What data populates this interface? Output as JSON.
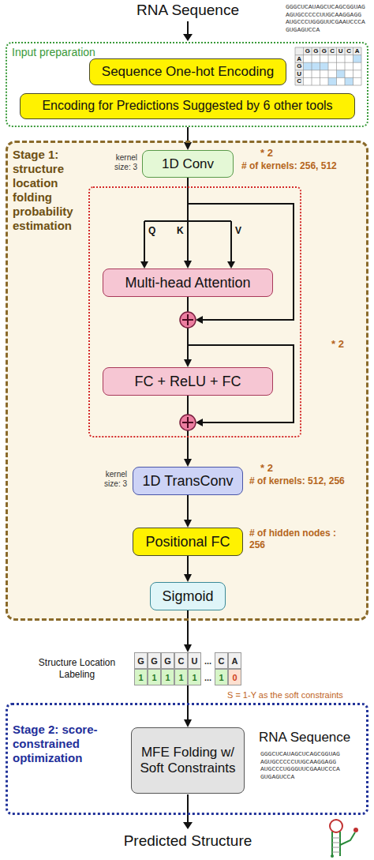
{
  "diagram": {
    "nodes": [
      {
        "text": [
          "Input preparation"
        ]
      },
      {
        "text": [
          "Sequence One-hot Encoding"
        ],
        "in": 0
      },
      {
        "text": [
          "Encoding for Predictions Suggested by 6 other tools"
        ],
        "in": 0
      },
      {
        "text": [
          "Stage 1: structure location folding probability estimation"
        ]
      },
      {
        "text": [
          "1D Conv"
        ],
        "in": 3
      },
      {
        "text": [
          "* 2"
        ],
        "in": 3
      },
      {
        "text": [
          "Multi-head Attention"
        ],
        "in": 5
      },
      {
        "text": [
          "FC + ReLU + FC"
        ],
        "in": 5
      },
      {
        "text": [
          "1D TransConv"
        ],
        "in": 3
      },
      {
        "text": [
          "Positional FC"
        ],
        "in": 3
      },
      {
        "text": [
          "Sigmoid"
        ],
        "in": 3
      },
      {
        "text": [
          "G",
          "G",
          "G",
          "C",
          "U",
          "...",
          "C",
          "A",
          "1",
          "1",
          "1",
          "1",
          "1",
          "...",
          "1",
          "0"
        ]
      },
      {
        "text": [
          "Stage 2: score-constrained optimization"
        ]
      },
      {
        "text": [
          "MFE Folding w/ Soft Constraints"
        ],
        "in": 12
      }
    ],
    "edges": [
      {
        "from": 0,
        "to": 4,
        "arrow": "to"
      },
      {
        "from": 4,
        "to": 6,
        "arrow": "to"
      },
      {
        "from": 6,
        "to": 7,
        "arrow": "to"
      },
      {
        "from": 7,
        "to": 8,
        "arrow": "to"
      },
      {
        "from": 8,
        "to": 9,
        "arrow": "to"
      },
      {
        "from": 9,
        "to": 10,
        "arrow": "to"
      },
      {
        "from": 10,
        "to": 11,
        "arrow": "to"
      },
      {
        "from": 11,
        "to": 13,
        "arrow": "to"
      }
    ],
    "labels": [
      "RNA Sequence",
      "GGGCUCAUAGCUCAGCGGUAG AGUGCCCCCUUGCAAGGAGG AUGCCCUGGGUUCGAAUCCCA GUGAGUCCA",
      "G",
      "G",
      "G",
      "C",
      "U",
      "C",
      "A",
      "A",
      "G",
      "U",
      "C",
      "kernel size: 3",
      "* 2",
      "# of kernels: 256, 512",
      "Q",
      "K",
      "V",
      "kernel size: 3",
      "* 2",
      "# of kernels: 512, 256",
      "# of hidden nodes : 256",
      "Structure Location Labeling",
      "S = 1-Y as the soft constraints",
      "RNA Sequence",
      "GGGCUCAUAGCUCAGCGGUAG AGUGCCCCCUUGCAAGGAGG AUGCCCUGGGUUCGAAUCCCA GUGAGUCCA",
      "Predicted Structure"
    ]
  }
}
